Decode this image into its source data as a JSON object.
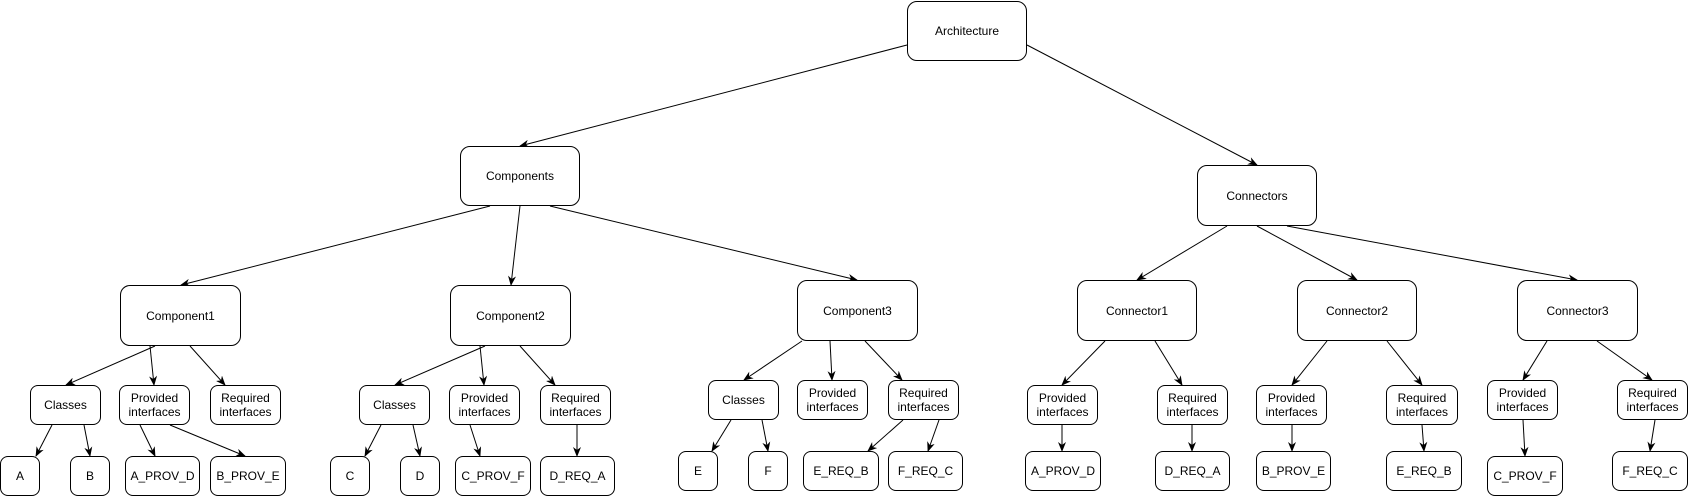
{
  "diagram": {
    "colors": {
      "stroke": "#000000",
      "fill": "#ffffff",
      "text": "#000000"
    },
    "nodes": {
      "architecture": "Architecture",
      "components": "Components",
      "connectors": "Connectors",
      "component1": "Component1",
      "component2": "Component2",
      "component3": "Component3",
      "connector1": "Connector1",
      "connector2": "Connector2",
      "connector3": "Connector3",
      "c1_classes": "Classes",
      "c1_provided": "Provided\ninterfaces",
      "c1_required": "Required\ninterfaces",
      "c2_classes": "Classes",
      "c2_provided": "Provided\ninterfaces",
      "c2_required": "Required\ninterfaces",
      "c3_classes": "Classes",
      "c3_provided": "Provided\ninterfaces",
      "c3_required": "Required\ninterfaces",
      "k1_provided": "Provided\ninterfaces",
      "k1_required": "Required\ninterfaces",
      "k2_provided": "Provided\ninterfaces",
      "k2_required": "Required\ninterfaces",
      "k3_provided": "Provided\ninterfaces",
      "k3_required": "Required\ninterfaces",
      "a": "A",
      "b": "B",
      "a_prov_d_1": "A_PROV_D",
      "b_prov_e_1": "B_PROV_E",
      "c": "C",
      "d": "D",
      "c_prov_f_1": "C_PROV_F",
      "d_req_a_1": "D_REQ_A",
      "e": "E",
      "f": "F",
      "e_req_b_1": "E_REQ_B",
      "f_req_c_1": "F_REQ_C",
      "a_prov_d_2": "A_PROV_D",
      "d_req_a_2": "D_REQ_A",
      "b_prov_e_2": "B_PROV_E",
      "e_req_b_2": "E_REQ_B",
      "c_prov_f_2": "C_PROV_F",
      "f_req_c_2": "F_REQ_C"
    }
  }
}
